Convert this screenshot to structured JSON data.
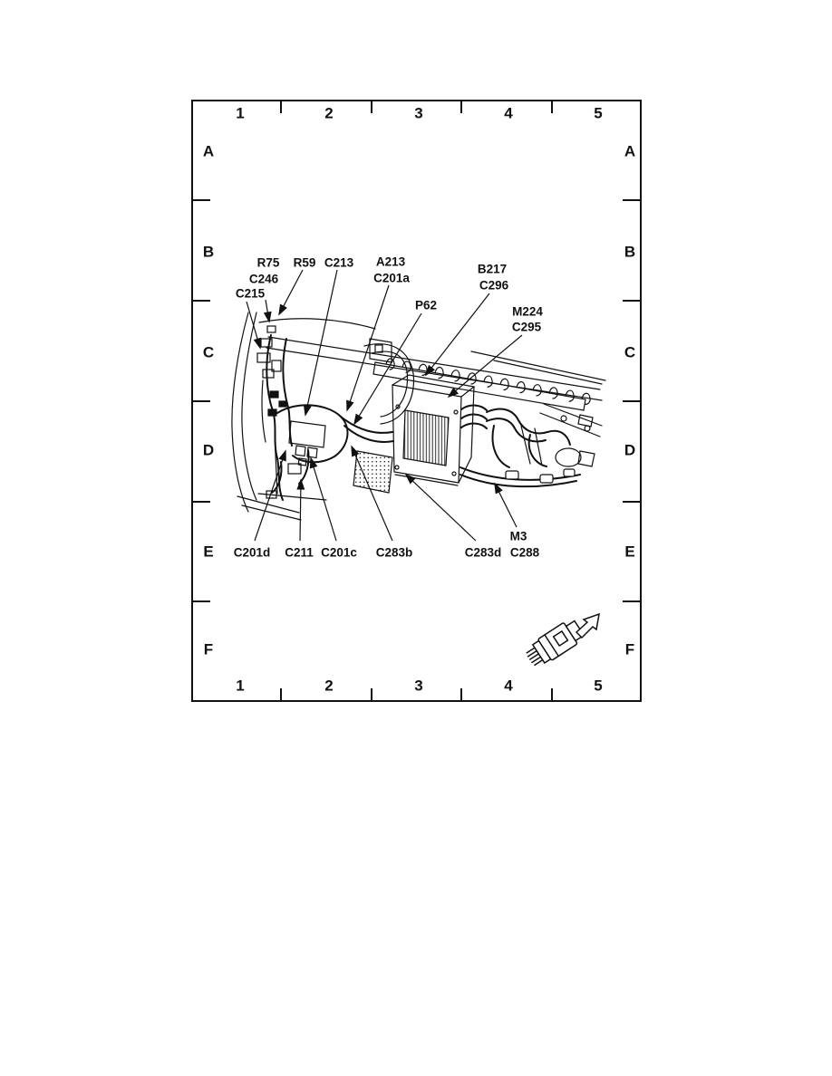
{
  "figure": {
    "grid": {
      "columns": [
        "1",
        "2",
        "3",
        "4",
        "5"
      ],
      "rows": [
        "A",
        "B",
        "C",
        "D",
        "E",
        "F"
      ]
    },
    "labels": {
      "r75": "R75",
      "c246": "C246",
      "c215": "C215",
      "r59": "R59",
      "c213": "C213",
      "a213": "A213",
      "c201a": "C201a",
      "p62": "P62",
      "b217": "B217",
      "c296": "C296",
      "m224": "M224",
      "c295": "C295",
      "c201d": "C201d",
      "c211": "C211",
      "c201c": "C201c",
      "c283b": "C283b",
      "c283d": "C283d",
      "m3": "M3",
      "c288": "C288"
    },
    "icons": {
      "connector_direction": "connector-with-direction-arrow"
    },
    "colors": {
      "ink": "#111111",
      "paper": "#ffffff"
    }
  }
}
